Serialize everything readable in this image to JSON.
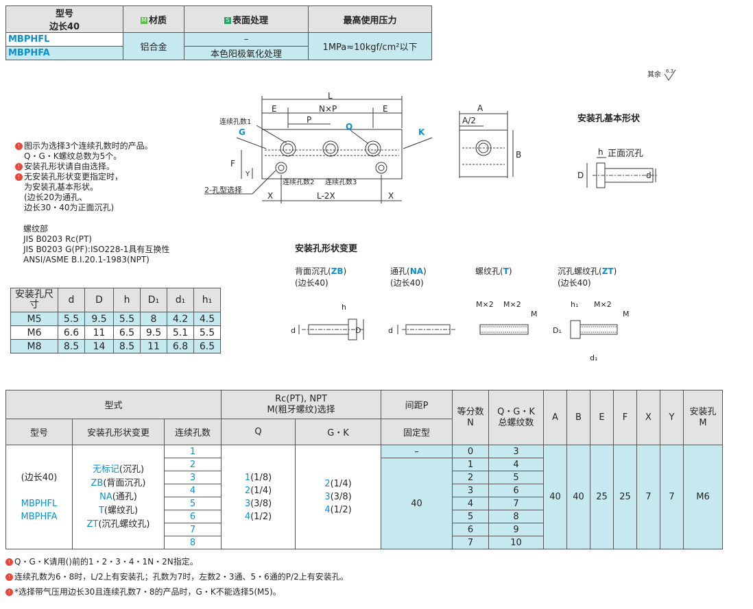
{
  "spec_table": {
    "model_header_1": "型号",
    "model_header_2": "边长40",
    "material_header": "材质",
    "surface_header": "表面处理",
    "pressure_header": "最高使用压力",
    "models": [
      "MBPHFL",
      "MBPHFA"
    ],
    "material": "铝合金",
    "surface_1": "–",
    "surface_2": "本色阳极氧化处理",
    "pressure": "1MPa≈10kgf/cm²以下",
    "m_tag": "M",
    "s_tag": "S"
  },
  "roughness_note": "其余",
  "roughness_value": "6.3",
  "notes": {
    "line1": "图示为选择3个连续孔数时的产品。",
    "line2": "Q・G・K螺纹总数为5个。",
    "line3": "安装孔形状请自由选择。",
    "line4": "无安装孔形状变更指定时，",
    "line5": "为安装孔基本形状。",
    "line6": "(边长20为通孔、",
    "line7": "边长30・40为正面沉孔)",
    "thread_title": "螺纹部",
    "thread_1": "JIS B0203 Rc(PT)",
    "thread_2": "JIS B0203 G(PF):ISO228-1具有互换性",
    "thread_3": "ANSI/ASME B.I.20.1-1983(NPT)"
  },
  "main_drawing": {
    "L": "L",
    "E": "E",
    "NxP": "N×P",
    "P": "P",
    "Q": "Q",
    "G": "G",
    "K": "K",
    "F": "F",
    "Y": "Y",
    "X": "X",
    "L2X": "L-2X",
    "cont1": "连续孔数1",
    "cont2": "连续孔数2",
    "cont3": "连续孔数3",
    "two_hole": "2-孔型选择",
    "A": "A",
    "A2": "A/2",
    "B": "B"
  },
  "basic_shape": {
    "title": "安装孔基本形状",
    "front_cb": "正面沉孔",
    "h": "h",
    "D": "D",
    "d": "d"
  },
  "shape_variants": {
    "title": "安装孔形状变更",
    "items": [
      {
        "label": "背面沉孔(",
        "code": "ZB",
        "end": ")",
        "sub": "(边长40)"
      },
      {
        "label": "通孔(",
        "code": "NA",
        "end": ")",
        "sub": "(边长40)"
      },
      {
        "label": "螺纹孔(",
        "code": "T",
        "end": ")",
        "sub": ""
      },
      {
        "label": "沉孔螺纹孔(",
        "code": "ZT",
        "end": ")",
        "sub": "(边长40)"
      }
    ],
    "mx2": "M×2",
    "m": "M",
    "h1": "h₁",
    "D1": "D₁",
    "d1": "d₁",
    "h": "h",
    "d": "d",
    "D": "D"
  },
  "hole_table": {
    "header": [
      "安装孔尺寸",
      "d",
      "D",
      "h",
      "D₁",
      "d₁",
      "h₁"
    ],
    "rows": [
      [
        "M5",
        "5.5",
        "9.5",
        "5.5",
        "8",
        "4.2",
        "4.5"
      ],
      [
        "M6",
        "6.6",
        "11",
        "6.5",
        "9.5",
        "5.1",
        "5.5"
      ],
      [
        "M8",
        "8.5",
        "14",
        "8.5",
        "11",
        "6.8",
        "6.5"
      ]
    ]
  },
  "main_table": {
    "h_type": "型式",
    "h_rc": "Rc(PT), NPT",
    "h_rc2": "M(粗牙螺纹)选择",
    "h_pitch": "间距P",
    "h_div": "等分数",
    "h_div2": "N",
    "h_qgk": "Q・G・K",
    "h_qgk2": "总螺纹数",
    "h_A": "A",
    "h_B": "B",
    "h_E": "E",
    "h_F": "F",
    "h_X": "X",
    "h_Y": "Y",
    "h_mount": "安装孔",
    "h_mount2": "M",
    "h_model": "型号",
    "h_shape": "安装孔形状变更",
    "h_cont": "连续孔数",
    "h_Q": "Q",
    "h_GK": "G・K",
    "h_fixed": "固定型",
    "model_side": "(边长40)",
    "model_1": "MBPHFL",
    "model_2": "MBPHFA",
    "shapes": [
      {
        "code": "无标记",
        "desc": "(沉孔)"
      },
      {
        "code": "ZB",
        "desc": "(背面沉孔)"
      },
      {
        "code": "NA",
        "desc": "(通孔)"
      },
      {
        "code": "T",
        "desc": "(螺纹孔)"
      },
      {
        "code": "ZT",
        "desc": "(沉孔螺纹孔)"
      }
    ],
    "cont": [
      "1",
      "2",
      "3",
      "4",
      "5",
      "6",
      "7",
      "8"
    ],
    "Q": [
      {
        "n": "1",
        "v": "(1/8)"
      },
      {
        "n": "2",
        "v": "(1/4)"
      },
      {
        "n": "3",
        "v": "(3/8)"
      },
      {
        "n": "4",
        "v": "(1/2)"
      }
    ],
    "GK": [
      {
        "n": "2",
        "v": "(1/4)"
      },
      {
        "n": "3",
        "v": "(3/8)"
      },
      {
        "n": "4",
        "v": "(1/2)"
      }
    ],
    "pitch_dash": "–",
    "pitch": "40",
    "N": [
      "0",
      "1",
      "2",
      "3",
      "4",
      "5",
      "6",
      "7"
    ],
    "QGK": [
      "3",
      "4",
      "5",
      "6",
      "7",
      "8",
      "9",
      "10"
    ],
    "A": "40",
    "B": "40",
    "E": "25",
    "F": "25",
    "X": "7",
    "Y": "7",
    "M": "M6"
  },
  "footnotes": [
    "Q・G・K请用()前的1・2・3・4・1N・2N指定。",
    "连续孔数为6・8时，L/2上有安装孔；孔数为7时，左数2・3通、5・6通的P/2上有安装孔。",
    "*选择带气压用边长30且连续孔数7・8的产品时，G・K不能选择5(M5)。"
  ]
}
